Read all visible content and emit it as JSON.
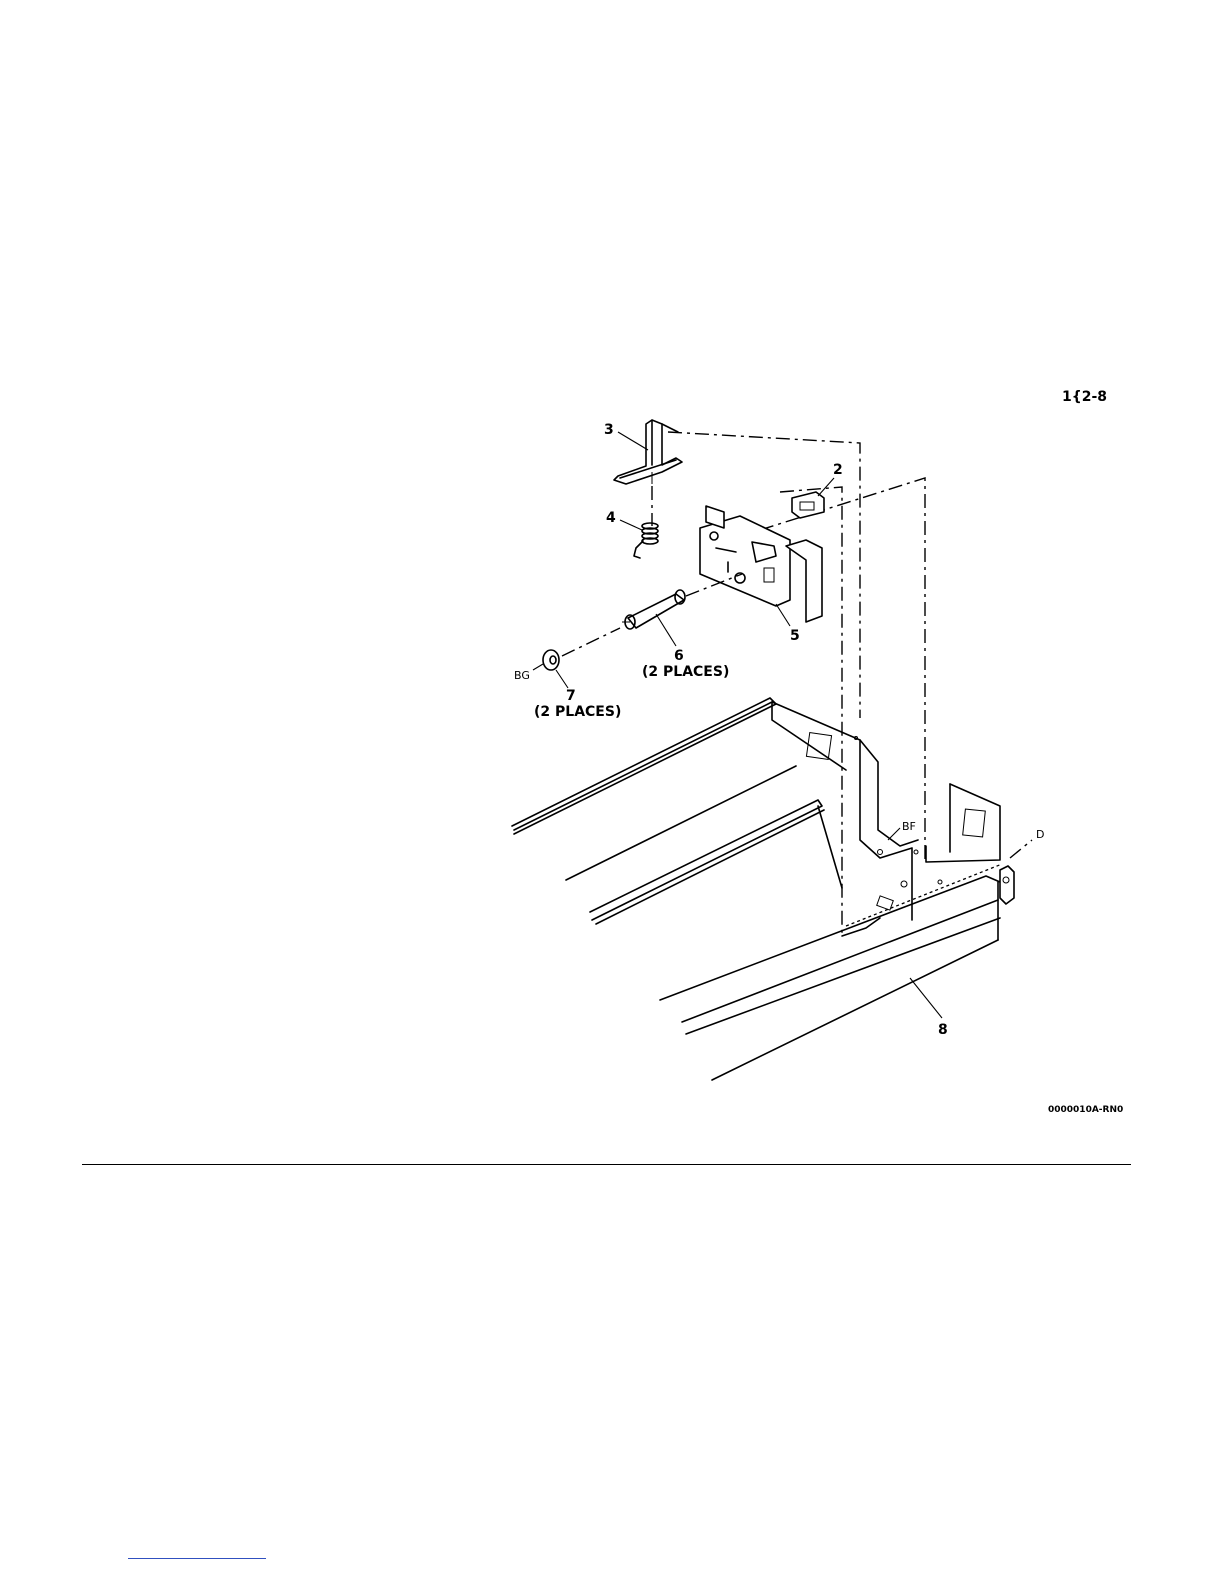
{
  "figure": {
    "reference": "1{2-8",
    "drawing_code": "0000010A-RN0"
  },
  "callouts": {
    "item_2": "2",
    "item_3": "3",
    "item_4": "4",
    "item_5": "5",
    "item_6": "6",
    "item_6_note": "(2 PLACES)",
    "item_7": "7",
    "item_7_note": "(2 PLACES)",
    "item_8": "8"
  },
  "locators": {
    "bg": "BG",
    "bf": "BF",
    "d": "D"
  }
}
